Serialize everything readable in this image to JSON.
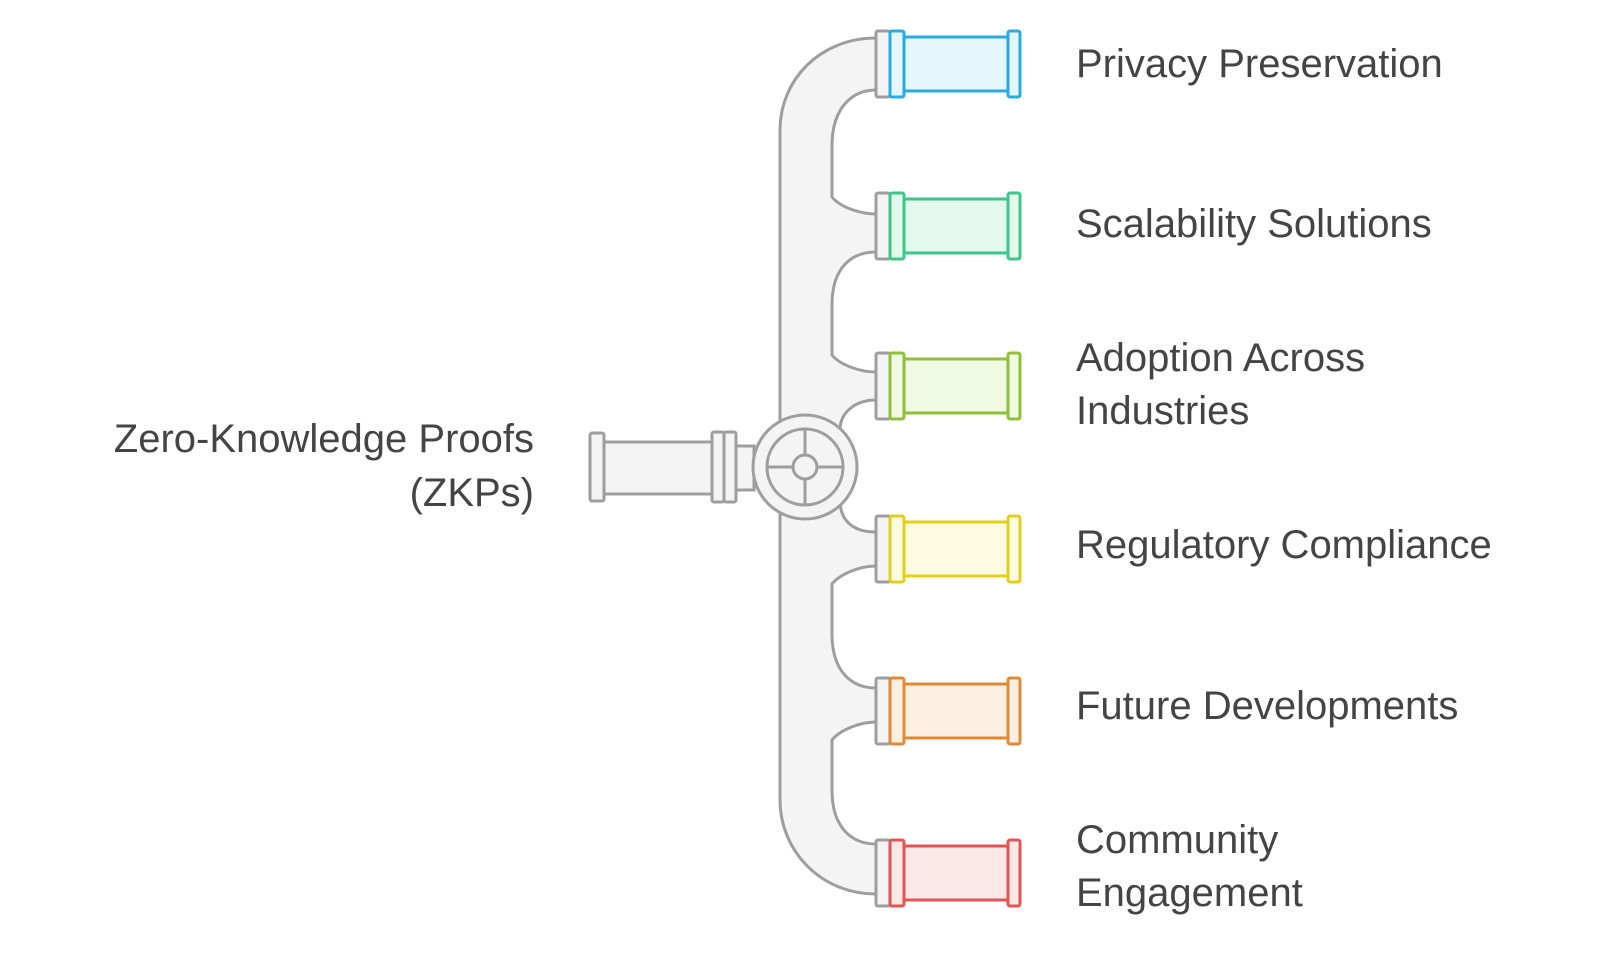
{
  "source": {
    "lines": [
      "Zero-Knowledge Proofs",
      "(ZKPs)"
    ]
  },
  "branches": [
    {
      "lines": [
        "Privacy Preservation"
      ],
      "color": "#29abe2",
      "fill": "#e6f7fc"
    },
    {
      "lines": [
        "Scalability Solutions"
      ],
      "color": "#3cc68a",
      "fill": "#e4f9ee"
    },
    {
      "lines": [
        "Adoption Across",
        "Industries"
      ],
      "color": "#8fc03c",
      "fill": "#f1fae2"
    },
    {
      "lines": [
        "Regulatory Compliance"
      ],
      "color": "#e2cf1c",
      "fill": "#fdfbdf"
    },
    {
      "lines": [
        "Future Developments"
      ],
      "color": "#e08a34",
      "fill": "#fdf0e3"
    },
    {
      "lines": [
        "Community",
        "Engagement"
      ],
      "color": "#e05654",
      "fill": "#fde8e8"
    }
  ],
  "pipe": {
    "stroke": "#9e9e9e",
    "fill": "#f4f4f4"
  }
}
